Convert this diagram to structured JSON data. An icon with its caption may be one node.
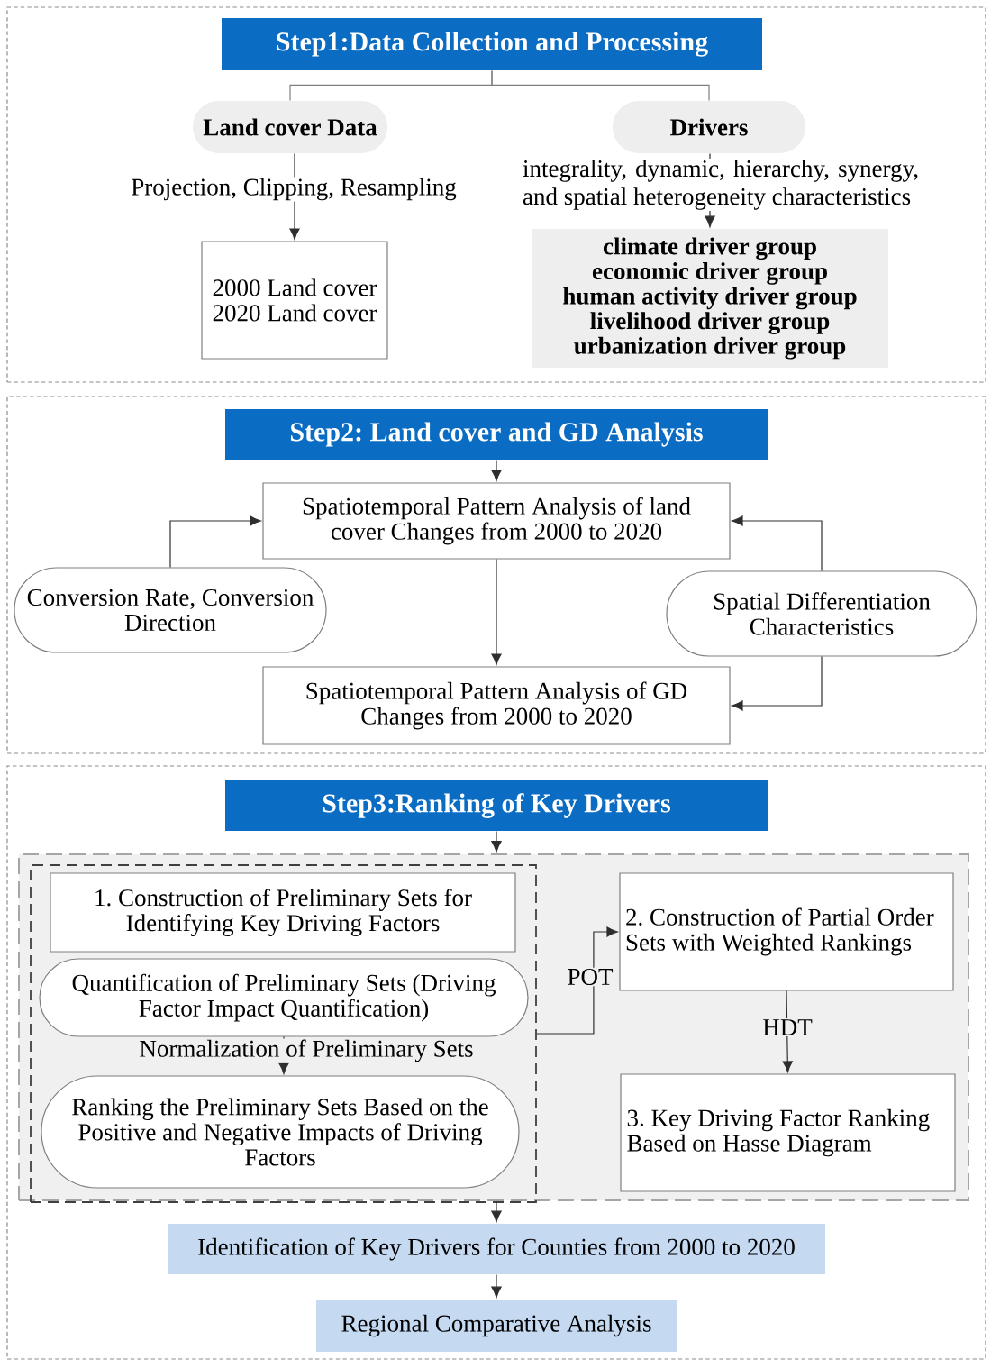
{
  "diagram": {
    "nodes": [
      {
        "text": [],
        "shape": "box"
      },
      {
        "text": [
          "Step1:Data Collection and Processing"
        ],
        "in": 0
      },
      {
        "text": [
          "Land cover Data"
        ],
        "in": 0
      },
      {
        "text": [
          "Drivers"
        ],
        "in": 0
      },
      {
        "text": [
          "2000 Land cover",
          "2020 Land cover"
        ],
        "in": 0
      },
      {
        "text": [
          "climate driver group",
          "economic driver group",
          "human activity driver group",
          "livelihood driver group",
          "urbanization driver group"
        ],
        "in": 0
      },
      {
        "text": [],
        "shape": "box"
      },
      {
        "text": [
          "Step2: Land cover and GD Analysis"
        ],
        "in": 6
      },
      {
        "text": [
          "Spatiotemporal Pattern Analysis of land cover Changes from 2000 to 2020"
        ],
        "in": 6
      },
      {
        "text": [
          "Conversion Rate, Conversion Direction"
        ],
        "in": 6
      },
      {
        "text": [
          "Spatial Differentiation Characteristics"
        ],
        "in": 6
      },
      {
        "text": [
          "Spatiotemporal Pattern Analysis of GD Changes from 2000 to 2020"
        ],
        "in": 6
      },
      {
        "text": [],
        "shape": "box"
      },
      {
        "text": [
          "Step3:Ranking of Key Drivers"
        ],
        "in": 12
      },
      {
        "text": [],
        "shape": "box",
        "in": 12
      },
      {
        "text": [],
        "shape": "box",
        "in": 14
      },
      {
        "text": [
          "1. Construction of Preliminary Sets for Identifying Key Driving Factors"
        ],
        "in": 15
      },
      {
        "text": [
          "Quantification of Preliminary Sets (Driving Factor Impact Quantification)"
        ],
        "in": 15
      },
      {
        "text": [
          "Ranking the Preliminary Sets Based on the Positive and Negative Impacts of Driving Factors"
        ],
        "in": 15
      },
      {
        "text": [
          "2. Construction of Partial Order Sets with Weighted Rankings"
        ],
        "in": 14
      },
      {
        "text": [
          "3. Key Driving Factor Ranking Based on Hasse Diagram"
        ],
        "in": 14
      },
      {
        "text": [
          "Identification of Key Drivers for Counties from 2000 to 2020"
        ],
        "in": 12
      },
      {
        "text": [
          "Regional Comparative Analysis"
        ],
        "in": 12
      }
    ],
    "edges": [
      {
        "from": 1,
        "to": 2,
        "arrow": "none",
        "color": "#7f7f7f"
      },
      {
        "from": 1,
        "to": 3,
        "arrow": "none",
        "color": "#7f7f7f"
      },
      {
        "from": 2,
        "to": 4,
        "arrow": "to",
        "label": "Projection, Clipping, Resampling"
      },
      {
        "from": 3,
        "to": 5,
        "arrow": "to",
        "label": "integrality, dynamic, hierarchy, synergy, and spatial heterogeneity characteristics"
      },
      {
        "from": 7,
        "to": 8,
        "arrow": "to"
      },
      {
        "from": 9,
        "to": 8,
        "arrow": "to"
      },
      {
        "from": 10,
        "to": 8,
        "arrow": "to"
      },
      {
        "from": 8,
        "to": 11,
        "arrow": "to"
      },
      {
        "from": 10,
        "to": 11,
        "arrow": "to"
      },
      {
        "from": 13,
        "to": 14,
        "arrow": "to"
      },
      {
        "from": 17,
        "to": 18,
        "arrow": "to",
        "label": "Normalization of Preliminary Sets"
      },
      {
        "from": 15,
        "to": 19,
        "arrow": "to",
        "label": "POT"
      },
      {
        "from": 19,
        "to": 20,
        "arrow": "to",
        "label": "HDT"
      },
      {
        "from": 14,
        "to": 21,
        "arrow": "to"
      },
      {
        "from": 21,
        "to": 22,
        "arrow": "to"
      }
    ]
  }
}
